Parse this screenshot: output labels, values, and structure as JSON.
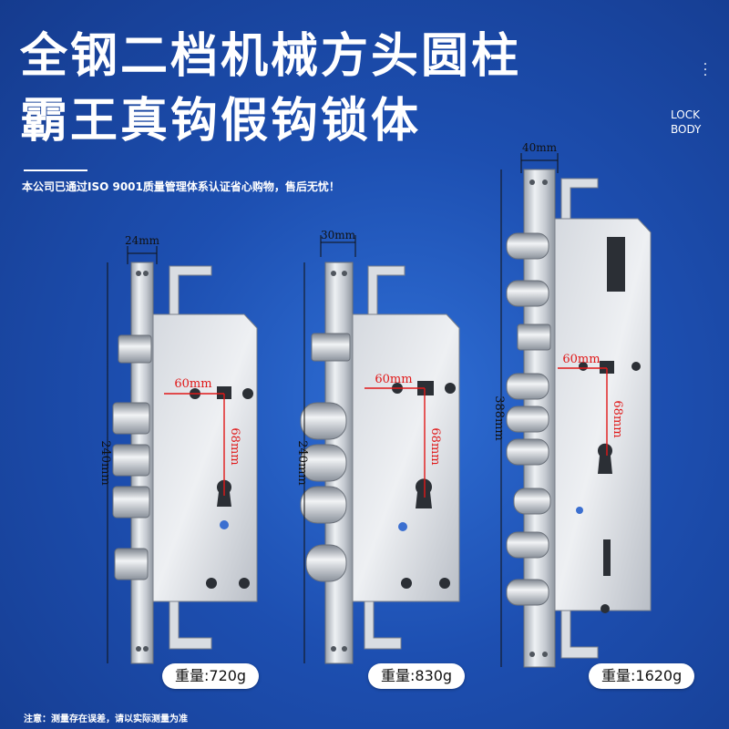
{
  "title": {
    "line1": "全钢二档机械方头圆柱",
    "line2": "霸王真钩假钩锁体"
  },
  "subtitle": "本公司已通过ISO 9001质量管理体系认证省心购物，售后无忧！",
  "brand": {
    "line1": "LOCK",
    "line2": "BODY"
  },
  "footnote": "注意：测量存在误差，请以实际测量为准",
  "locks": [
    {
      "width_label": "24mm",
      "height_label": "240mm",
      "h_label": "60mm",
      "v_label": "68mm",
      "weight": "重量:720g"
    },
    {
      "width_label": "30mm",
      "height_label": "240mm",
      "h_label": "60mm",
      "v_label": "68mm",
      "weight": "重量:830g"
    },
    {
      "width_label": "40mm",
      "height_label": "388mm",
      "h_label": "60mm",
      "v_label": "68mm",
      "weight": "重量:1620g"
    }
  ],
  "colors": {
    "background": "#1d4fb1",
    "steel": "#c9ced6",
    "dimension": "#e01818"
  }
}
